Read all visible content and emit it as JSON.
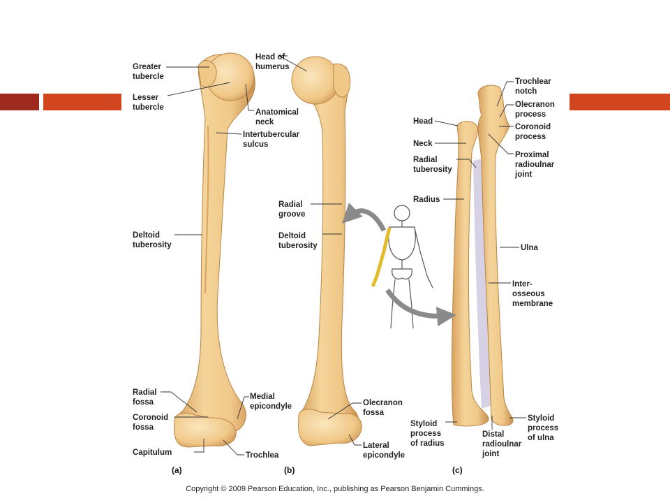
{
  "colors": {
    "accent_dark": "#9e2a1f",
    "accent": "#d2461f",
    "bone": "#f0c888",
    "bone_shade": "#d9a25e",
    "membrane": "#c9c2dc",
    "highlight": "#e2bc2a",
    "arrow": "#8a8a8a"
  },
  "panels": {
    "a": "(a)",
    "b": "(b)",
    "c": "(c)"
  },
  "labels": {
    "greater_tubercle": "Greater\ntubercle",
    "lesser_tubercle": "Lesser\ntubercle",
    "head_of_humerus": "Head of\nhumerus",
    "anatomical_neck": "Anatomical\nneck",
    "intertubercular_sulcus": "Intertubercular\nsulcus",
    "deltoid_tuberosity_a": "Deltoid\ntuberosity",
    "radial_fossa": "Radial\nfossa",
    "coronoid_fossa": "Coronoid\nfossa",
    "capitulum": "Capitulum",
    "medial_epicondyle": "Medial\nepicondyle",
    "trochlea": "Trochlea",
    "radial_groove": "Radial\ngroove",
    "deltoid_tuberosity_b": "Deltoid\ntuberosity",
    "olecranon_fossa": "Olecranon\nfossa",
    "lateral_epicondyle": "Lateral\nepicondyle",
    "head": "Head",
    "neck": "Neck",
    "radial_tuberosity": "Radial\ntuberosity",
    "radius": "Radius",
    "trochlear_notch": "Trochlear\nnotch",
    "olecranon_process": "Olecranon\nprocess",
    "coronoid_process": "Coronoid\nprocess",
    "proximal_radioulnar_joint": "Proximal\nradioulnar\njoint",
    "ulna": "Ulna",
    "interosseous_membrane": "Inter-\nosseous\nmembrane",
    "styloid_process_radius": "Styloid\nprocess\nof radius",
    "distal_radioulnar_joint": "Distal\nradioulnar\njoint",
    "styloid_process_ulna": "Styloid\nprocess\nof ulna"
  },
  "copyright": "Copyright © 2009 Pearson Education, Inc., publishing as Pearson Benjamin Cummings."
}
